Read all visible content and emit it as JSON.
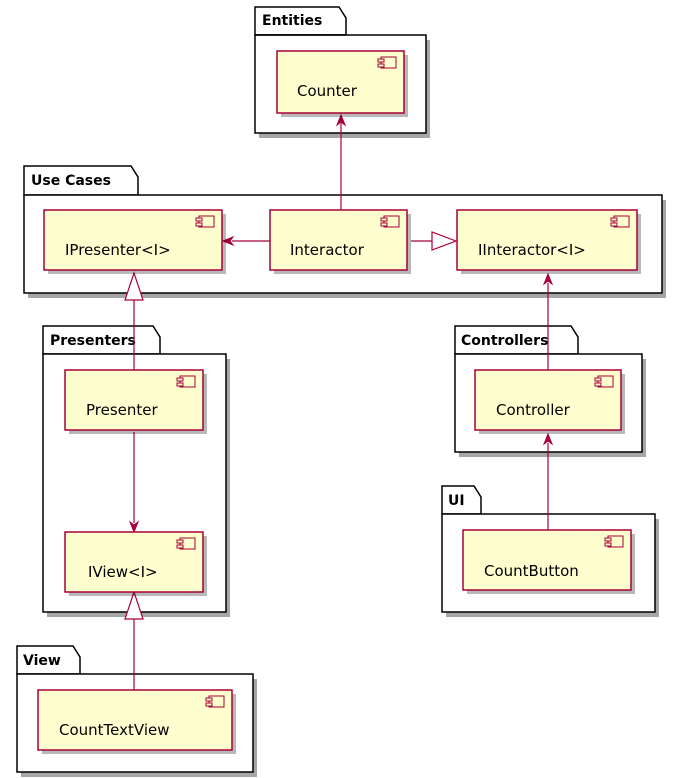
{
  "packages": {
    "entities": "Entities",
    "use_cases": "Use Cases",
    "presenters": "Presenters",
    "controllers": "Controllers",
    "ui": "UI",
    "view": "View"
  },
  "components": {
    "counter": "Counter",
    "ipresenter": "IPresenter<I>",
    "interactor": "Interactor",
    "iinteractor": "IInteractor<I>",
    "presenter": "Presenter",
    "iview": "IView<I>",
    "controller": "Controller",
    "countbutton": "CountButton",
    "counttextview": "CountTextView"
  },
  "relations": [
    {
      "from": "Interactor",
      "to": "Counter",
      "kind": "dependency"
    },
    {
      "from": "Interactor",
      "to": "IPresenter<I>",
      "kind": "dependency"
    },
    {
      "from": "Interactor",
      "to": "IInteractor<I>",
      "kind": "realization"
    },
    {
      "from": "Presenter",
      "to": "IPresenter<I>",
      "kind": "realization"
    },
    {
      "from": "Presenter",
      "to": "IView<I>",
      "kind": "dependency"
    },
    {
      "from": "CountTextView",
      "to": "IView<I>",
      "kind": "realization"
    },
    {
      "from": "Controller",
      "to": "IInteractor<I>",
      "kind": "dependency"
    },
    {
      "from": "CountButton",
      "to": "Controller",
      "kind": "dependency"
    }
  ],
  "colors": {
    "component_fill": "#FEFECE",
    "component_border": "#A80036",
    "edge": "#A80036",
    "package_border": "#000000"
  }
}
